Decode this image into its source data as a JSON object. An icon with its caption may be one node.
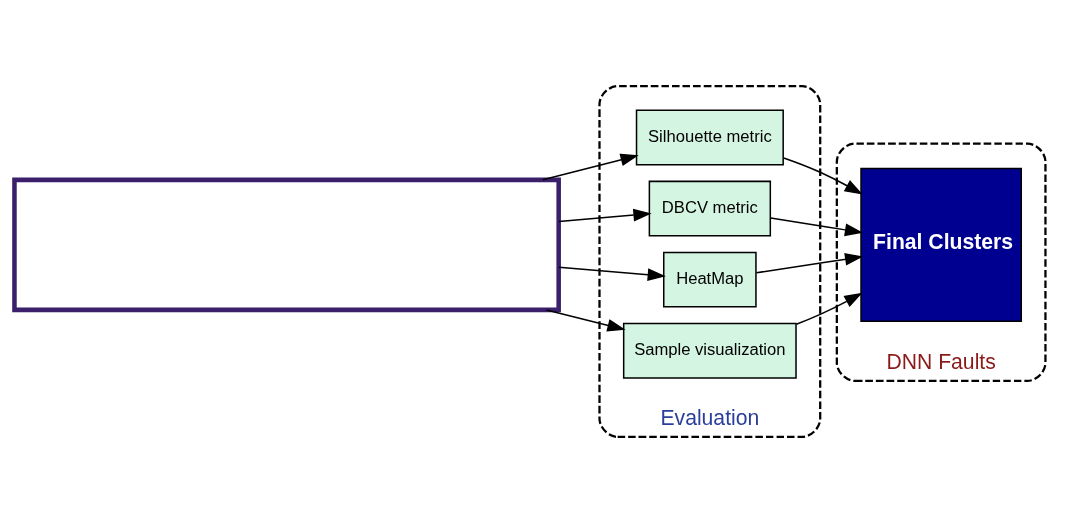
{
  "diagram": {
    "nodes": [
      {
        "text": [],
        "shape": "box"
      },
      {
        "text": [
          "Evaluation"
        ]
      },
      {
        "text": [
          "Silhouette metric"
        ],
        "in": 1
      },
      {
        "text": [
          "DBCV metric"
        ],
        "in": 1
      },
      {
        "text": [
          "HeatMap"
        ],
        "in": 1
      },
      {
        "text": [
          "Sample visualization"
        ],
        "in": 1
      },
      {
        "text": [
          "DNN Faults"
        ]
      },
      {
        "text": [
          "Final Clusters"
        ],
        "in": 6
      }
    ],
    "edges": [
      {
        "from": 0,
        "to": 2,
        "arrow": "to"
      },
      {
        "from": 0,
        "to": 3,
        "arrow": "to"
      },
      {
        "from": 0,
        "to": 4,
        "arrow": "to"
      },
      {
        "from": 0,
        "to": 5,
        "arrow": "to"
      },
      {
        "from": 2,
        "to": 7,
        "arrow": "to"
      },
      {
        "from": 3,
        "to": 7,
        "arrow": "to"
      },
      {
        "from": 4,
        "to": 7,
        "arrow": "to"
      },
      {
        "from": 5,
        "to": 7,
        "arrow": "to"
      }
    ]
  }
}
